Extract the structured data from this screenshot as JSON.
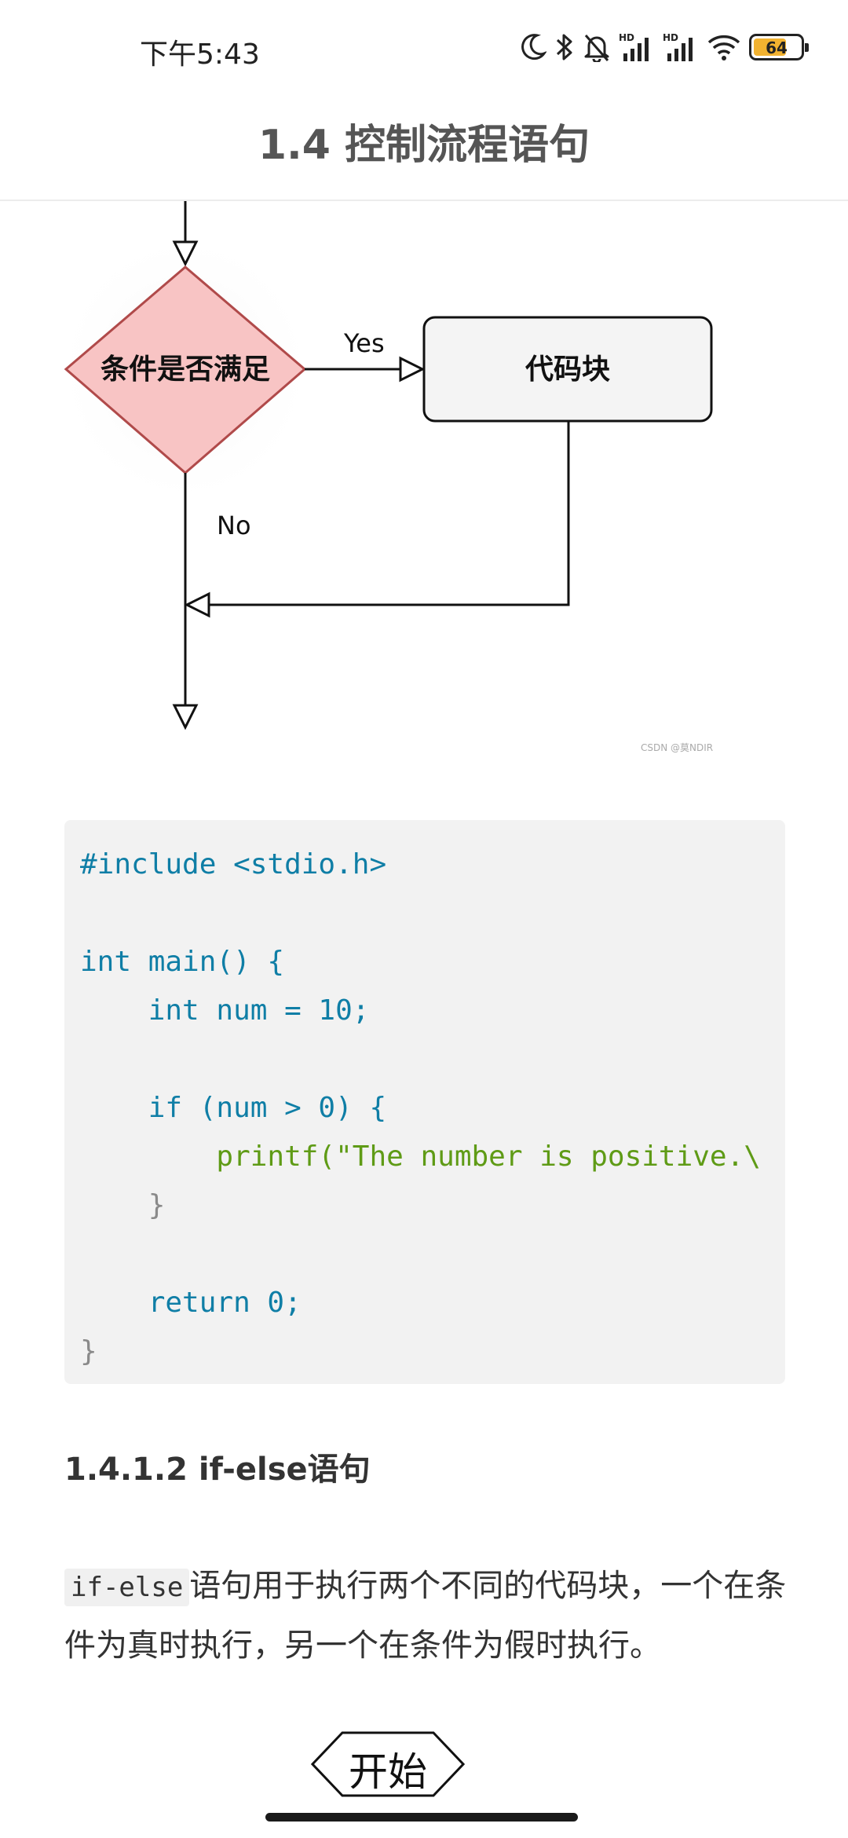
{
  "status_bar": {
    "time": "下午5:43",
    "battery_level": "64",
    "hd_label": "HD",
    "icons": [
      "moon-icon",
      "bluetooth-icon",
      "bell-off-icon",
      "signal-icon",
      "signal-icon",
      "wifi-icon",
      "battery-icon"
    ]
  },
  "header": {
    "title": "1.4 控制流程语句"
  },
  "flowchart": {
    "decision_label": "条件是否满足",
    "process_label": "代码块",
    "yes_label": "Yes",
    "no_label": "No",
    "watermark": "CSDN @莫NDIR",
    "colors": {
      "decision_fill": "#f8c4c4",
      "decision_stroke": "#b04a4a",
      "process_fill": "#f4f4f4"
    }
  },
  "code_block": {
    "lines": [
      "#include <stdio.h>",
      "",
      "int main() {",
      "    int num = 10;",
      "",
      "    if (num > 0) {",
      "        printf(\"The number is positive.\\",
      "    }",
      "",
      "    return 0;",
      "}"
    ]
  },
  "section_heading": "1.4.1.2 if-else语句",
  "paragraph": {
    "inline_code": "if-else",
    "text": "语句用于执行两个不同的代码块，一个在条件为真时执行，另一个在条件为假时执行。"
  },
  "start_button": {
    "label": "开始"
  }
}
